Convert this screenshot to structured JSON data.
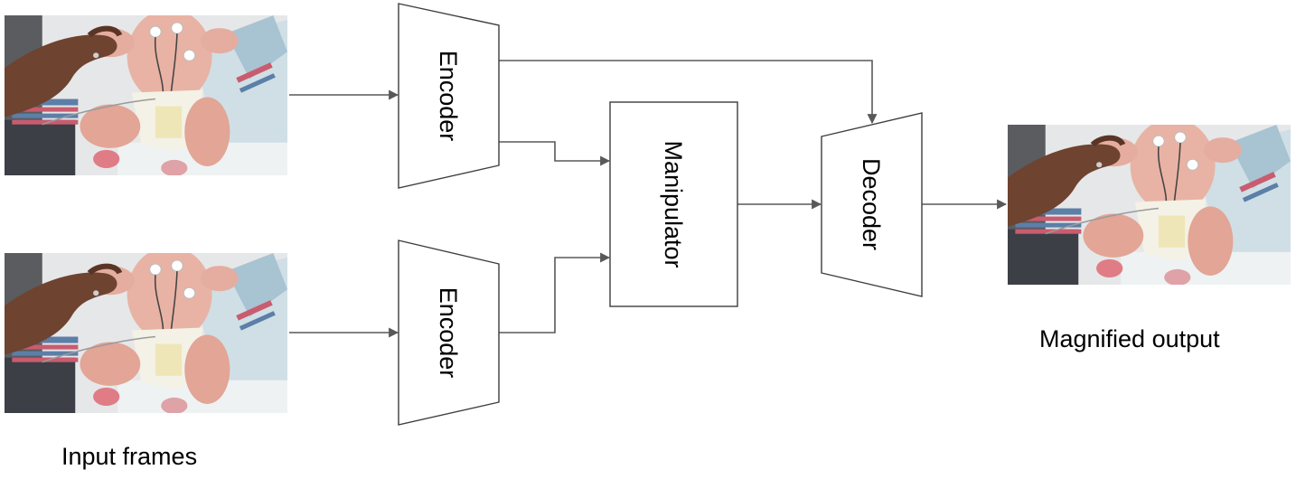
{
  "blocks": {
    "encoder_top": "Encoder",
    "encoder_bottom": "Encoder",
    "manipulator": "Manipulator",
    "decoder": "Decoder"
  },
  "captions": {
    "input": "Input frames",
    "output": "Magnified output"
  },
  "images": {
    "input_frame_1": "newborn-photo",
    "input_frame_2": "newborn-photo",
    "output_frame": "newborn-photo"
  },
  "colors": {
    "line": "#595959",
    "stroke": "#3d3d3d"
  }
}
